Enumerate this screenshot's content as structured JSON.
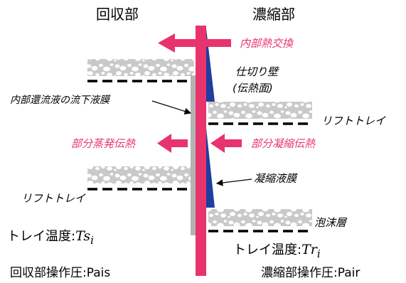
{
  "headings": {
    "recovery": "回収部",
    "concentration": "濃縮部"
  },
  "labels": {
    "internal_heat_exchange": "内部熱交換",
    "partition_wall": "仕切り壁",
    "heat_transfer_surface": "(伝熱面)",
    "internal_reflux_film": "内部還流液の流下液膜",
    "lift_tray_right": "リフトトレイ",
    "lift_tray_left": "リフトトレイ",
    "partial_evaporation": "部分蒸発伝熱",
    "partial_condensation": "部分凝縮伝熱",
    "condensate_film": "凝縮液膜",
    "foam_layer": "泡沫層"
  },
  "temperatures": {
    "recovery_prefix": "トレイ温度:",
    "recovery_var": "Ts",
    "recovery_sub": "i",
    "concentration_prefix": "トレイ温度:",
    "concentration_var": "Tr",
    "concentration_sub": "i"
  },
  "pressures": {
    "recovery": "回収部操作圧:Pais",
    "concentration": "濃縮部操作圧:Pair"
  },
  "colors": {
    "accent": "#e8336d",
    "wall": "#e8336d",
    "film": "#b3b3b3",
    "condensate": "#1f3e9e",
    "tray": "#c8c8c8"
  }
}
